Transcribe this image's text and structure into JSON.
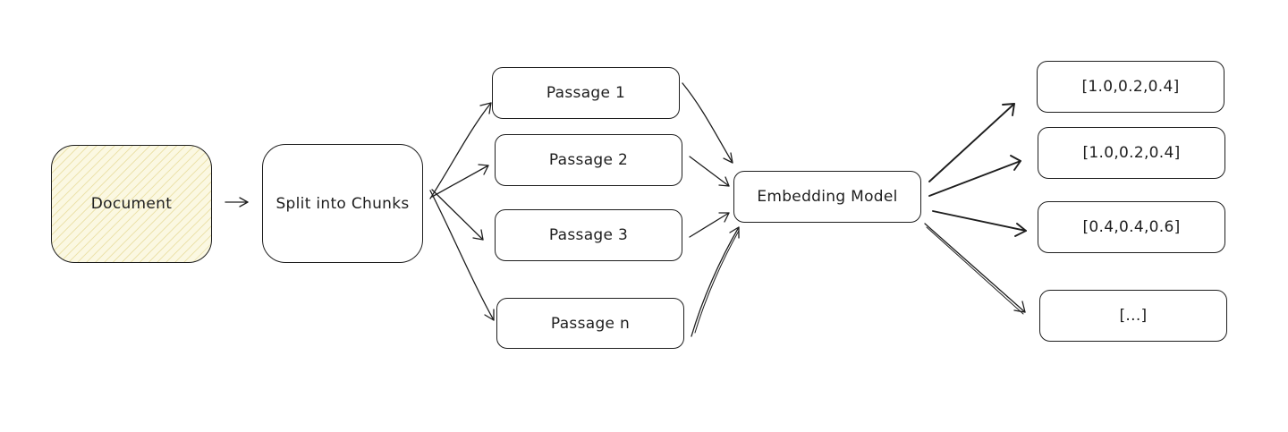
{
  "nodes": {
    "document": "Document",
    "split": "Split into Chunks",
    "passages": [
      "Passage 1",
      "Passage 2",
      "Passage 3",
      "Passage n"
    ],
    "embedding_model": "Embedding Model",
    "vectors": [
      "[1.0,0.2,0.4]",
      "[1.0,0.2,0.4]",
      "[0.4,0.4,0.6]",
      "[...]"
    ]
  },
  "colors": {
    "stroke": "#1e1e1e",
    "document_fill": "#fbf8e2",
    "background": "#ffffff"
  }
}
